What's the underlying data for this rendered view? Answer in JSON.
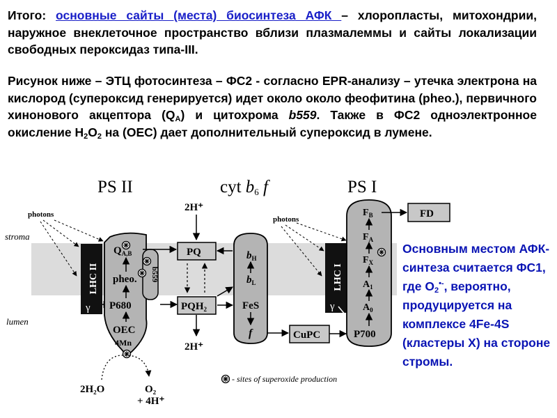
{
  "text": {
    "p1_prefix": "Итого: ",
    "p1_link": "основные сайты (места) биосинтеза АФК ",
    "p1_rest": "– хлоропласты, митохондрии, наружное внеклеточное пространство вблизи плазмалеммы и сайты локализации свободных пероксидаз типа-III.",
    "p2_a": "Рисунок ниже – ЭТЦ фотосинтеза – ФС2 - согласно EPR-анализу – утечка электрона на кислород (супероксид генерируется) идет около около феофитина (pheo.), первичного хинонового акцептора (Q",
    "p2_a_sub": "A",
    "p2_b": ") и цитохрома ",
    "p2_b_ital": "b559",
    "p2_c": ".  Также в ФС2 одноэлектронное окисление H",
    "p2_h2o2_sub1": "2",
    "p2_c2": "O",
    "p2_h2o2_sub2": "2",
    "p2_d": " на (OEC) дает дополнительный супероксид в лумене.",
    "note_a": "Основным местом АФК-синтеза считается ФС1, где O",
    "note_sub": "2",
    "note_sup": "•-",
    "note_b": ", вероятно, продуцируется на комплексе 4Fe-4S (кластеры X) на стороне стромы."
  },
  "diagram": {
    "title_ps2": "PS II",
    "title_cyt": "cyt b₆ f",
    "title_ps1": "PS I",
    "stroma_label": "stroma",
    "lumen_label": "lumen",
    "photons_left": "photons",
    "photons_right": "photons",
    "lhc2": "LHC II",
    "lhc1": "LHC I",
    "gamma": "γ",
    "ps2_items": [
      "Q",
      "pheo.",
      "P680",
      "OEC",
      "4Mn"
    ],
    "ps2_qab_sub": "A,B",
    "b559": "b559",
    "pq": "PQ",
    "pqh2": "PQH",
    "pqh2_sub": "2",
    "h_top": "2H⁺",
    "h_bottom": "2H⁺",
    "cyt_items": [
      "b",
      "b",
      "FeS",
      "f"
    ],
    "cyt_subs": [
      "H",
      "L"
    ],
    "cupc": "CuPC",
    "ps1_items": [
      "F",
      "F",
      "F",
      "A",
      "A",
      "P700"
    ],
    "ps1_subs": [
      "B",
      "A",
      "X",
      "1",
      "0"
    ],
    "fd": "FD",
    "h2o": "2H₂O",
    "o2": "O₂",
    "h4": "+ 4H⁺",
    "legend": "- sites of superoxide production"
  },
  "colors": {
    "link": "#1a20c8",
    "note": "#0a14b4",
    "membrane": "#dcdcdc",
    "complex": "#b4b4b4",
    "box": "#c8c8c8",
    "lhc": "#111111"
  }
}
